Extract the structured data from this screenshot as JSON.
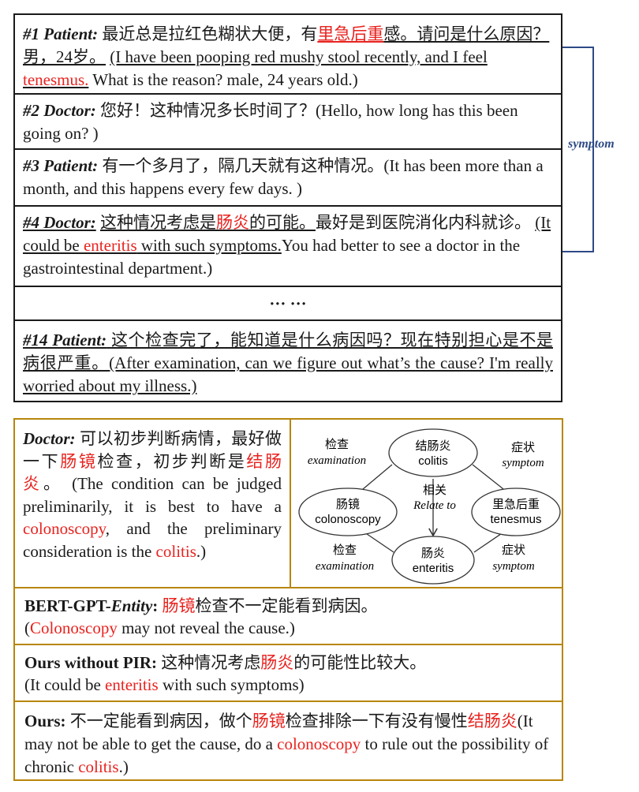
{
  "dialogue": {
    "turn1": {
      "speaker": "#1 Patient:",
      "zh_a": "最近总是拉红色糊状大便，有",
      "zh_red": "里急后重",
      "zh_b": "感。请问是什么原因？男，24岁。",
      "en_a": "(I have been pooping red mushy stool recently, and I feel ",
      "en_red": "tenesmus.",
      "en_b": " What is the reason? male, 24 years old.)"
    },
    "turn2": {
      "speaker": "#2 Doctor:",
      "zh": "您好！这种情况多长时间了？",
      "en": "(Hello, how long has this been going on? )"
    },
    "turn3": {
      "speaker": "#3 Patient:",
      "zh": "有一个多月了，隔几天就有这种情况。",
      "en": "(It has been more than a month, and this happens every few days. )"
    },
    "turn4": {
      "speaker": "#4 Doctor:",
      "zh_a": "这种情况考虑是",
      "zh_red": "肠炎",
      "zh_b": "的可能。",
      "zh_c": "最好是到医院消化内科就诊。",
      "en_a": "(It could be ",
      "en_red": "enteritis",
      "en_b": " with such symptoms.",
      "en_c": "You had better to see a doctor in the gastrointestinal department.)"
    },
    "ellipsis": "··· ···",
    "turn14": {
      "speaker": "#14 Patient:",
      "zh": "这个检查完了，能知道是什么病因吗？现在特别担心是不是病很严重。",
      "en": "(After examination, can we figure out what’s the cause? I'm really worried about my illness.)"
    }
  },
  "bracket_label": "symptom",
  "response": {
    "speaker": "Doctor:",
    "zh_a": "可以初步判断病情，最好做一下",
    "zh_red1": "肠镜",
    "zh_b": "检查，初步判断是",
    "zh_red2": "结肠炎",
    "zh_c": "。",
    "en_a": "(The condition can be judged preliminarily, it is best to have a ",
    "en_red1": "colonoscopy",
    "en_b": ", and the preliminary consideration is the ",
    "en_red2": "colitis",
    "en_c": ".)"
  },
  "graph": {
    "nodes": {
      "colitis": {
        "zh": "结肠炎",
        "en": "colitis"
      },
      "colonoscopy": {
        "zh": "肠镜",
        "en": "colonoscopy"
      },
      "tenesmus": {
        "zh": "里急后重",
        "en": "tenesmus"
      },
      "enteritis": {
        "zh": "肠炎",
        "en": "enteritis"
      }
    },
    "edges": {
      "exam_top": {
        "zh": "检查",
        "en": "examination"
      },
      "symptom_top": {
        "zh": "症状",
        "en": "symptom"
      },
      "relate": {
        "zh": "相关",
        "en": "Relate to"
      },
      "exam_bottom": {
        "zh": "检查",
        "en": "examination"
      },
      "symptom_bottom": {
        "zh": "症状",
        "en": "symptom"
      }
    }
  },
  "bert": {
    "label": "BERT-GPT-",
    "label_ital": "Entity",
    "colon": ":",
    "zh_red": "肠镜",
    "zh": "检查不一定能看到病因。",
    "en_a": "(",
    "en_red": "Colonoscopy",
    "en_b": " may not reveal the cause.)"
  },
  "nopir": {
    "label": "Ours without PIR:",
    "zh_a": "这种情况考虑",
    "zh_red": "肠炎",
    "zh_b": "的可能性比较大。",
    "en_a": "(It could be ",
    "en_red": "enteritis",
    "en_b": " with such symptoms)"
  },
  "ours": {
    "label": "Ours:",
    "zh_a": "不一定能看到病因，做个",
    "zh_red1": "肠镜",
    "zh_b": "检查排除一下有没有慢性",
    "zh_red2": "结肠炎",
    "en_a": "(It may not be able to get the cause, do a ",
    "en_red1": "colonoscopy",
    "en_b": " to rule out the possibility of chronic ",
    "en_red2": "colitis",
    "en_c": ".)"
  }
}
